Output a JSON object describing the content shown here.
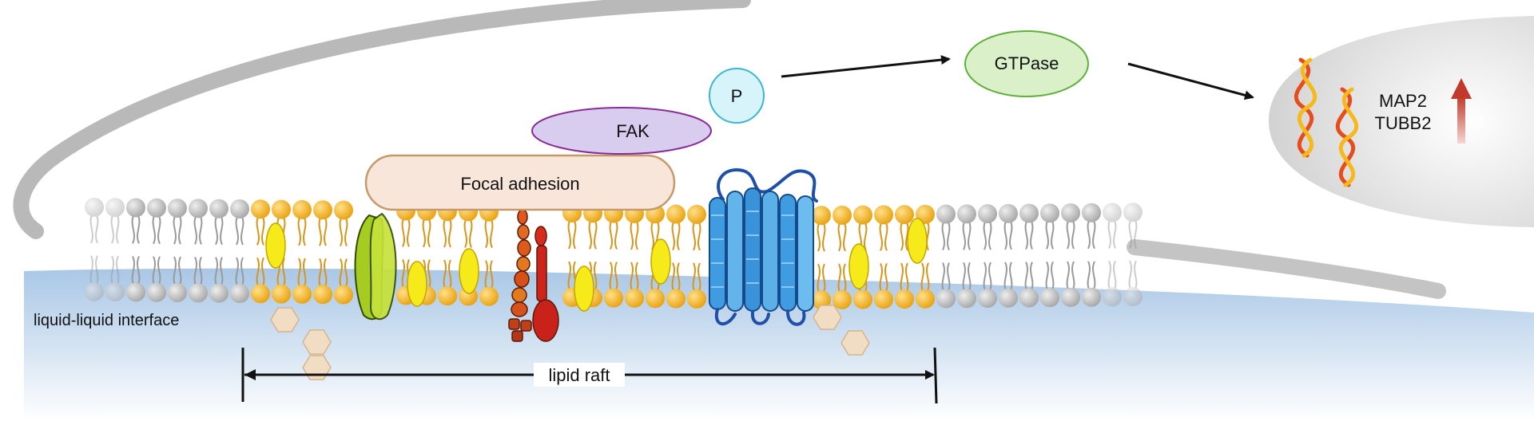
{
  "labels": {
    "gtpase": "GTPase",
    "phospho": "P",
    "fak": "FAK",
    "focal_adhesion": "Focal adhesion",
    "gene_1": "MAP2",
    "gene_2": "TUBB2",
    "interface": "liquid-liquid interface",
    "raft": "lipid raft"
  },
  "colors": {
    "raft_lipid": "#f0ad1c",
    "plain_lipid": "#b5b5b5",
    "cholesterol": "#f7ea1a",
    "gtpase_fill": "#d9f0c9",
    "gtpase_stroke": "#5fb03c",
    "phospho_fill": "#d8f4fb",
    "phospho_stroke": "#38b7d0",
    "fak_fill": "#d8cdee",
    "fak_stroke": "#8a2b97",
    "focal_adhesion_fill": "#f8e6da",
    "focal_adhesion_stroke": "#c59a6a",
    "upregulation_arrow": "#c0392b",
    "substrate": "#a9c7e6"
  },
  "icons": [
    "integrin-icon",
    "receptor-icon",
    "gpcr-icon",
    "dna-helix-icon",
    "up-arrow-icon",
    "glycan-icon"
  ]
}
